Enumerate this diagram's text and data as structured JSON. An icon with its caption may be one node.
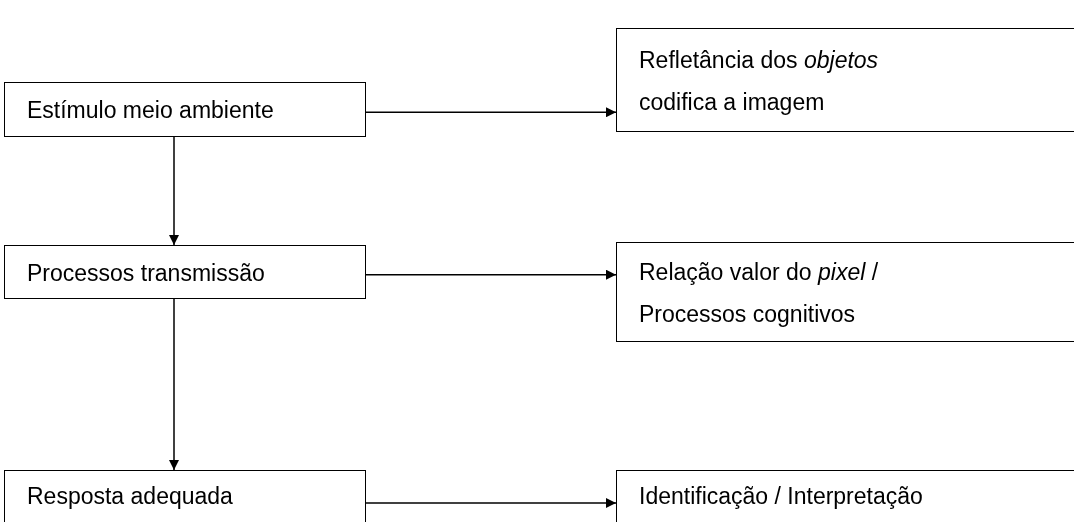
{
  "diagram": {
    "nodes": [
      {
        "text": [
          "Estímulo meio ambiente"
        ]
      },
      {
        "text": [
          "Refletância dos *objetos* codifica a imagem"
        ]
      },
      {
        "text": [
          "Processos transmissão"
        ]
      },
      {
        "text": [
          "Relação valor do *pixel* / Processos cognitivos"
        ]
      },
      {
        "text": [
          "Resposta adequada"
        ]
      },
      {
        "text": [
          "Identificação / Interpretação"
        ]
      }
    ],
    "edges": [
      {
        "from": 0,
        "to": 1,
        "arrow": "to"
      },
      {
        "from": 0,
        "to": 2,
        "arrow": "to"
      },
      {
        "from": 2,
        "to": 3,
        "arrow": "to"
      },
      {
        "from": 2,
        "to": 4,
        "arrow": "to"
      },
      {
        "from": 4,
        "to": 5,
        "arrow": "to"
      }
    ]
  }
}
